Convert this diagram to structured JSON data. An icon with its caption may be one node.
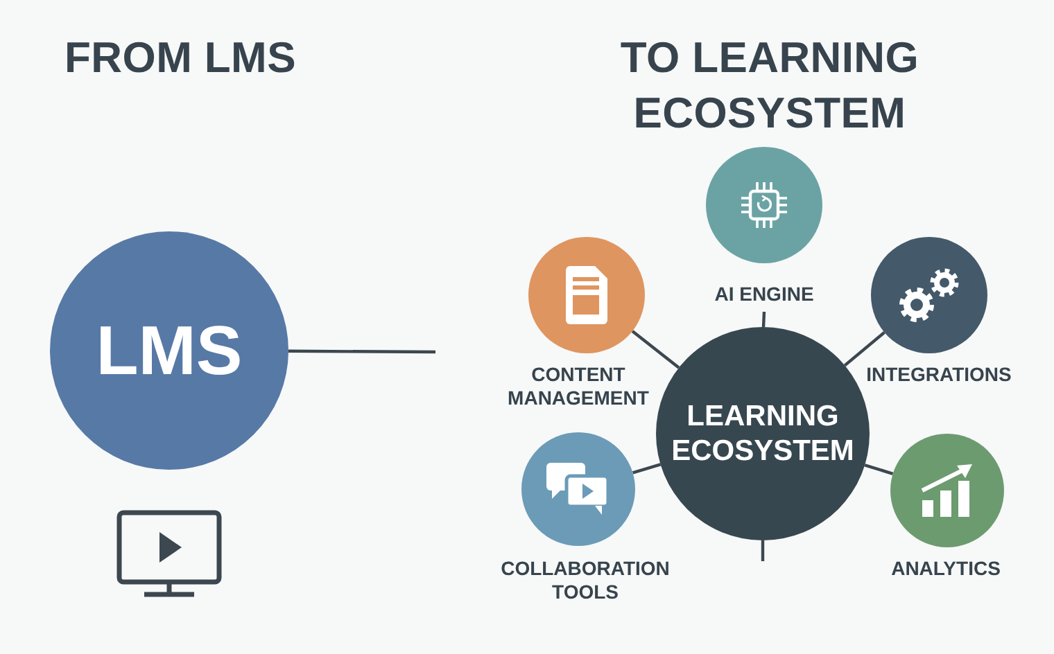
{
  "diagram": {
    "nodes": [
      {
        "text": [
          "LMS"
        ]
      },
      {
        "text": [
          "AI ENGINE"
        ]
      },
      {
        "text": [
          "CONTENT MANAGEMENT"
        ]
      },
      {
        "text": [
          "INTEGRATIONS"
        ]
      },
      {
        "text": [
          "LEARNING ECOSYSTEM"
        ]
      },
      {
        "text": [
          "COLLABORATION TOOLS"
        ]
      },
      {
        "text": [
          "ANALYTICS"
        ]
      }
    ],
    "edges": [
      {
        "from": 0,
        "to": null,
        "arrow": "none"
      },
      {
        "from": 4,
        "to": 1,
        "arrow": "none"
      },
      {
        "from": 4,
        "to": 2,
        "arrow": "none"
      },
      {
        "from": 4,
        "to": 3,
        "arrow": "none"
      },
      {
        "from": 4,
        "to": 5,
        "arrow": "none"
      },
      {
        "from": 4,
        "to": 6,
        "arrow": "none"
      },
      {
        "from": 4,
        "to": null,
        "arrow": "none"
      }
    ],
    "labels": [
      "FROM LMS",
      "TO LEARNING ECOSYSTEM"
    ]
  }
}
